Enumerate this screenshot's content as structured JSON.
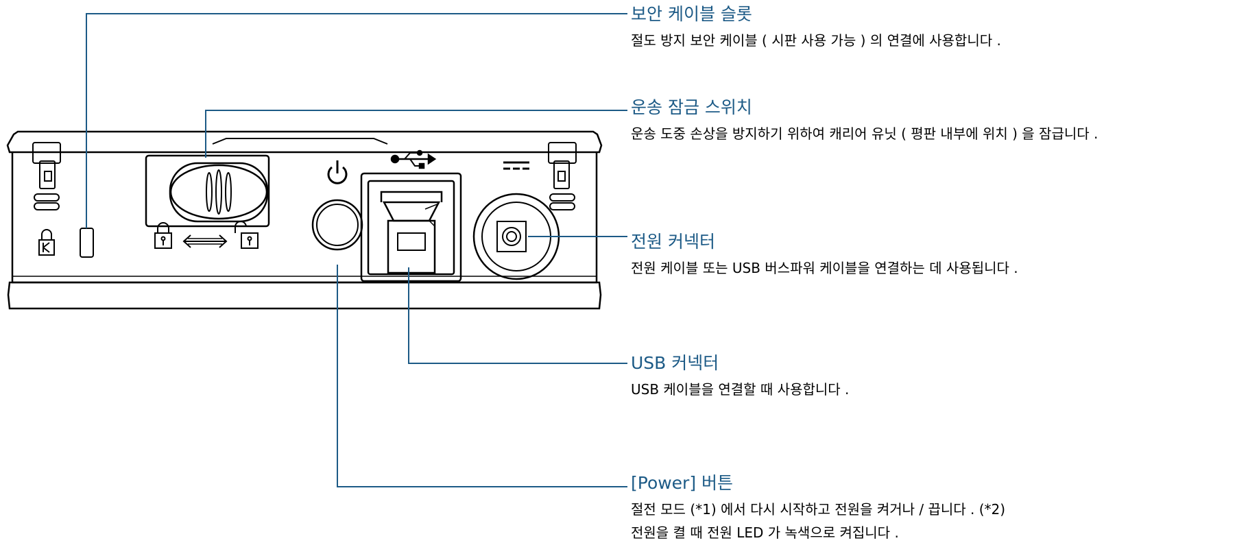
{
  "callouts": {
    "security_slot": {
      "title": "보안 케이블 슬롯",
      "desc": "절도 방지 보안 케이블 ( 시판 사용 가능 ) 의 연결에 사용합니다 ."
    },
    "transport_lock": {
      "title": "운송 잠금 스위치",
      "desc": "운송 도중 손상을 방지하기 위하여 캐리어 유닛 ( 평판 내부에 위치 ) 을 잠급니다 ."
    },
    "power_connector": {
      "title": "전원 커넥터",
      "desc": "전원 케이블 또는 USB 버스파워 케이블을 연결하는 데 사용됩니다 ."
    },
    "usb_connector": {
      "title": "USB 커넥터",
      "desc": "USB 케이블을 연결할 때 사용합니다 ."
    },
    "power_button": {
      "title": "[Power] 버튼",
      "desc_lines": [
        "절전 모드 (*1) 에서 다시 시작하고 전원을 켜거나 / 끕니다 . (*2)",
        "전원을 켤 때 전원 LED 가 녹색으로 켜집니다 ."
      ]
    }
  },
  "colors": {
    "leader_line": "#1c5a86",
    "device_outline": "#000000"
  },
  "icons": [
    "kensington-lock-icon",
    "locked-padlock-icon",
    "unlocked-padlock-icon",
    "double-arrow-icon",
    "power-symbol-icon",
    "usb-symbol-icon",
    "dc-power-symbol-icon"
  ]
}
